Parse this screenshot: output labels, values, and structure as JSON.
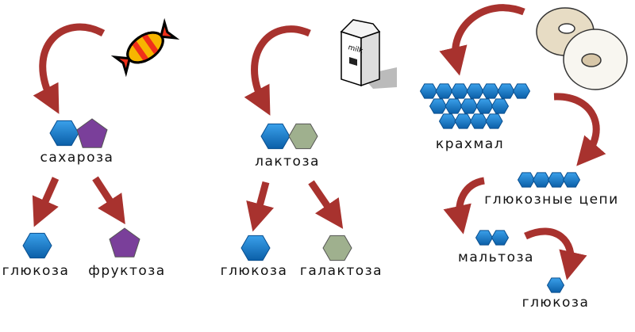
{
  "colors": {
    "glucose": "#1a7fd0",
    "fructose": "#7a3f9a",
    "galactose": "#9fb08e",
    "arrow": "#a8322e"
  },
  "sucrose": {
    "name": "сахароза",
    "products": [
      "глюкоза",
      "фруктоза"
    ],
    "source_icon": "candy-icon"
  },
  "lactose": {
    "name": "лактоза",
    "products": [
      "глюкоза",
      "галактоза"
    ],
    "source_icon": "milk-carton-icon",
    "carton_text": "milk"
  },
  "starch": {
    "name": "крахмал",
    "source_icon": "bagel-icon",
    "steps": [
      "глюкозные цепи",
      "мальтоза",
      "глюкоза"
    ]
  }
}
